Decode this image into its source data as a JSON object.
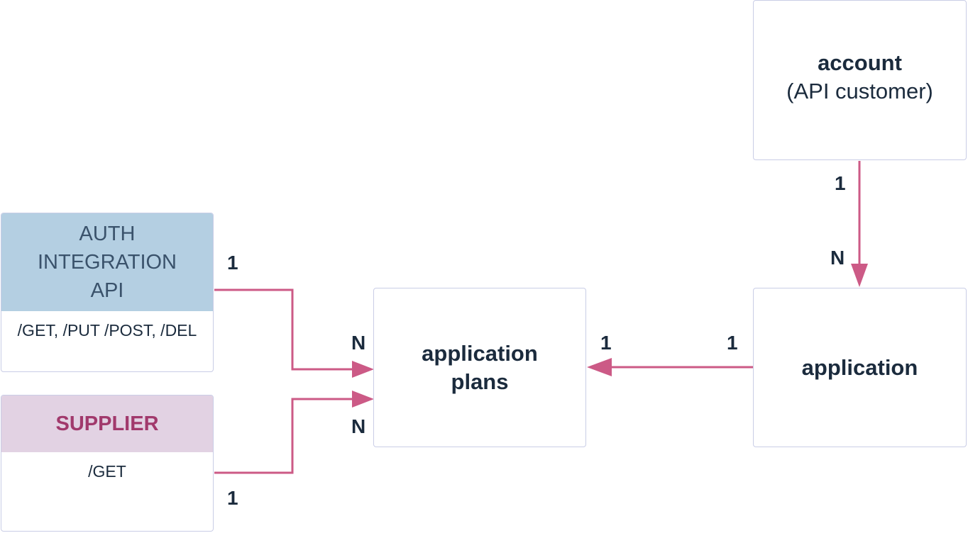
{
  "entities": {
    "auth_api": {
      "header_lines": [
        "AUTH",
        "INTEGRATION",
        "API"
      ],
      "endpoints": "/GET, /PUT /POST, /DEL"
    },
    "supplier": {
      "header": "SUPPLIER",
      "endpoints": "/GET"
    },
    "application_plans": {
      "lines": [
        "application",
        "plans"
      ]
    },
    "application": {
      "label": "application"
    },
    "account": {
      "title": "account",
      "subtitle": "(API customer)"
    }
  },
  "cardinality": {
    "auth_one": "1",
    "auth_n": "N",
    "supplier_one": "1",
    "supplier_n": "N",
    "plans_one": "1",
    "app_one": "1",
    "account_one": "1",
    "account_n": "N"
  },
  "colors": {
    "connector": "#cc5a86",
    "auth_header": "#b4cfe2",
    "supplier_header": "#e2d2e3",
    "border": "#c9cde6"
  }
}
